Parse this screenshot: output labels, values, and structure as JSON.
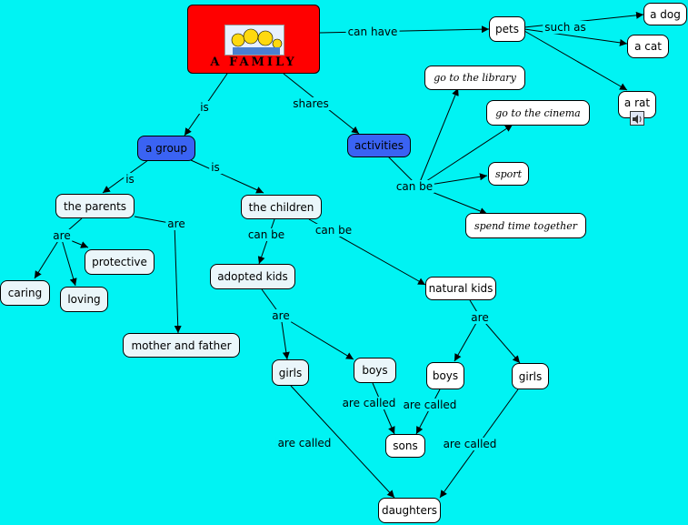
{
  "root": {
    "title": "A FAMILY",
    "image_icon": "family-cartoon-icon"
  },
  "nodes": {
    "pets": "pets",
    "a_dog": "a dog",
    "a_cat": "a cat",
    "a_rat": "a rat",
    "a_group": "a group",
    "activities": "activities",
    "go_library": "go to the library",
    "go_cinema": "go to the cinema",
    "sport": "sport",
    "spend_time": "spend time together",
    "the_parents": "the parents",
    "the_children": "the children",
    "protective": "protective",
    "caring": "caring",
    "loving": "loving",
    "mother_father": "mother and father",
    "adopted_kids": "adopted kids",
    "natural_kids": "natural kids",
    "girls_1": "girls",
    "boys_1": "boys",
    "boys_2": "boys",
    "girls_2": "girls",
    "sons": "sons",
    "daughters": "daughters"
  },
  "links": {
    "can_have": "can have",
    "such_as": "such as",
    "is_1": "is",
    "shares": "shares",
    "is_2": "is",
    "is_3": "is",
    "can_be_1": "can be",
    "are_1": "are",
    "are_2": "are",
    "can_be_2": "can be",
    "can_be_3": "can be",
    "are_3": "are",
    "are_4": "are",
    "are_called_1": "are called",
    "are_called_2": "are called",
    "are_called_3": "are called",
    "are_called_4": "are called"
  },
  "colors": {
    "background": "#00f3f3",
    "root": "#ff0000",
    "blue_node": "#3a63f3"
  },
  "icons": {
    "speaker": "speaker-icon"
  }
}
